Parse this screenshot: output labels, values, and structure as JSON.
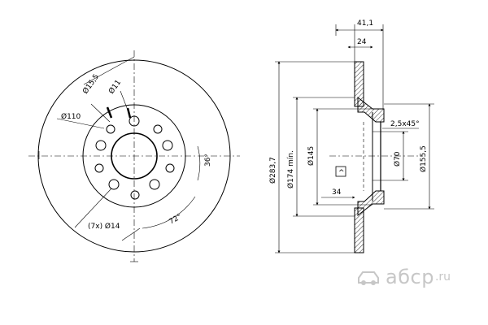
{
  "dimensions": {
    "pcd": "Ø110",
    "bolt_hole": "Ø15,5",
    "small_hole": "Ø11",
    "pin_holes": "(7x) Ø14",
    "angle_36": "36°",
    "angle_72": "72°",
    "width_total": "41,1",
    "width_disc": "24",
    "chamfer": "2,5x45°",
    "outer_diameter": "Ø283,7",
    "min_friction": "Ø174 mín.",
    "d145": "Ø145",
    "d70": "Ø70",
    "d155": "Ø155,5",
    "depth": "34",
    "direction_mark": "^"
  },
  "logo": {
    "word": "aбcp",
    "tld": ".ru"
  },
  "colors": {
    "line": "#000000",
    "hatch": "#000000",
    "logo_gray": "#c7c7c7"
  }
}
